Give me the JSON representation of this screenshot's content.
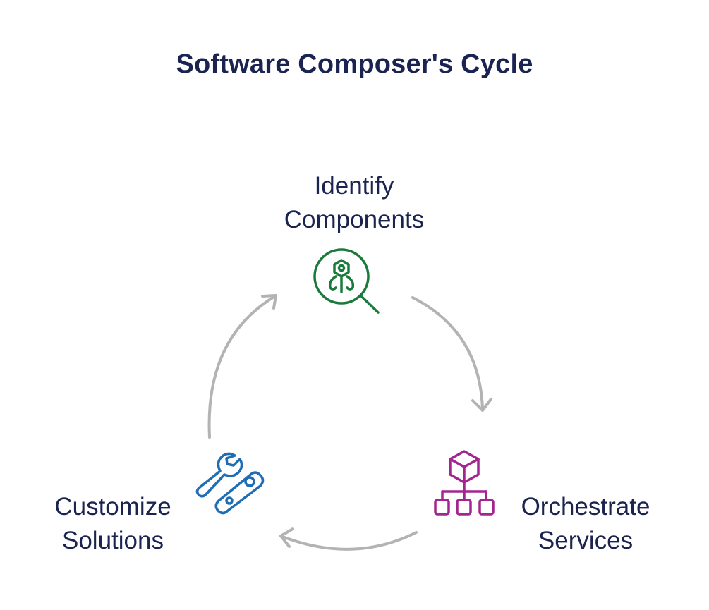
{
  "diagram": {
    "title": "Software Composer's Cycle",
    "nodes": [
      {
        "id": "identify",
        "label_line1": "Identify",
        "label_line2": "Components",
        "icon": "magnifier-component-icon",
        "color": "#1a7a3c"
      },
      {
        "id": "orchestrate",
        "label_line1": "Orchestrate",
        "label_line2": "Services",
        "icon": "cube-hierarchy-icon",
        "color": "#a3258f"
      },
      {
        "id": "customize",
        "label_line1": "Customize",
        "label_line2": "Solutions",
        "icon": "wrench-tools-icon",
        "color": "#1e6db5"
      }
    ],
    "cycle_order": [
      "identify",
      "orchestrate",
      "customize"
    ],
    "arrow_color": "#b3b3b3"
  }
}
